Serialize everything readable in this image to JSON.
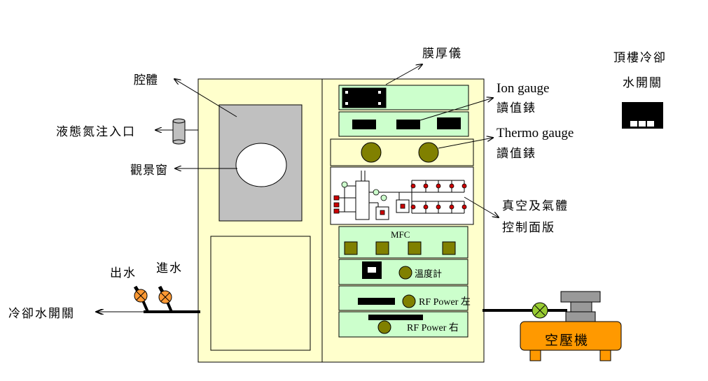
{
  "labels": {
    "chamber": "腔體",
    "ln2_inlet": "液態氮注入口",
    "viewport": "觀景窗",
    "thickness_monitor": "膜厚儀",
    "ion_gauge_1": "Ion gauge",
    "ion_gauge_2": "讀值錶",
    "thermo_gauge_1": "Thermo gauge",
    "thermo_gauge_2": "讀值錶",
    "vac_panel_1": "真空及氣體",
    "vac_panel_2": "控制面版",
    "mfc": "MFC",
    "thermometer": "溫度計",
    "rf_left": "RF Power 左",
    "rf_right": "RF Power 右",
    "water_out": "出水",
    "water_in": "進水",
    "cooling_switch": "冷卻水開關",
    "roof_cooling_1": "頂樓冷卻",
    "roof_cooling_2": "水開關",
    "compressor": "空壓機"
  },
  "colors": {
    "cabinet": "#FFFFCC",
    "panel": "#CCFFCC",
    "window_bg": "#C0C0C0",
    "knob": "#808000",
    "mfc_square": "#808000",
    "valve_orange": "#FF9933",
    "valve_green": "#99CC33",
    "compressor_body": "#FF9900",
    "compressor_top": "#999999",
    "black": "#000000"
  }
}
